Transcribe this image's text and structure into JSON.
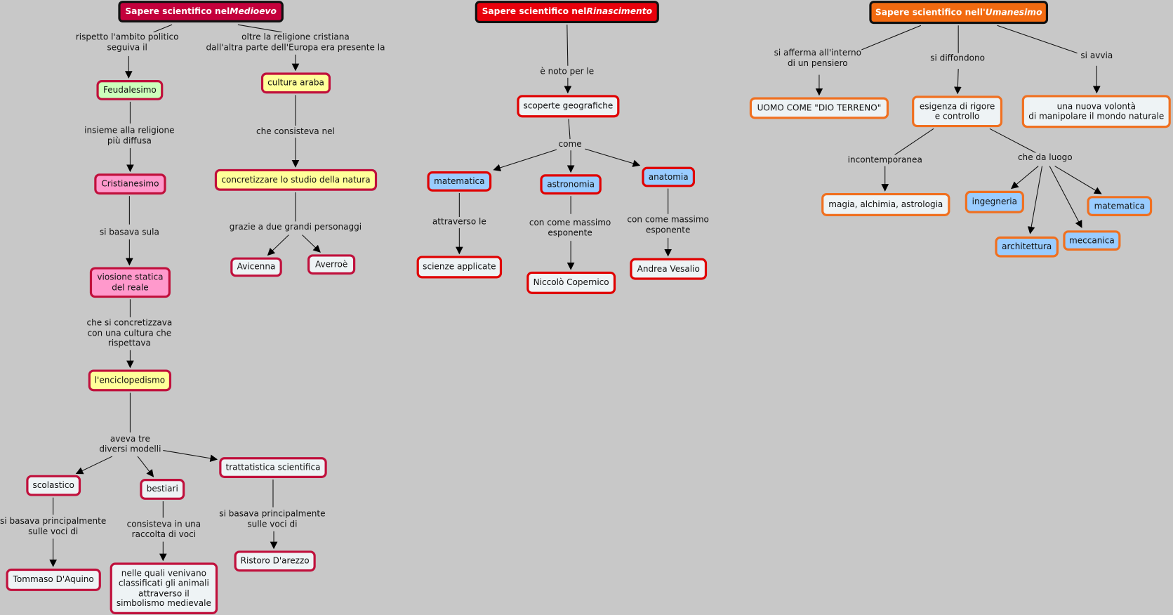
{
  "medioevo": {
    "title": "Sapere scientifico nel ",
    "title_em": "Medioevo",
    "color": "#c4003c",
    "nodes": {
      "feudalesimo": "Feudalesimo",
      "cultura_araba": "cultura araba",
      "cristianesimo": "Cristianesimo",
      "concretizzare": "concretizzare lo studio della natura",
      "visione": "viosione statica\ndel reale",
      "avicenna": "Avicenna",
      "averroe": "Averroè",
      "enciclopedismo": "l'enciclopedismo",
      "scolastico": "scolastico",
      "bestiari": "bestiari",
      "trattatistica": "trattatistica scientifica",
      "tommaso": "Tommaso D'Aquino",
      "nelle_quali": "nelle quali venivano\nclassificati gli animali\nattraverso il\nsimbolismo medievale",
      "ristoro": "Ristoro D'arezzo"
    },
    "links": {
      "rispetto": "rispetto l'ambito politico\nseguiva il",
      "oltre": "oltre la religione cristiana\ndall'altra parte dell'Europa era presente la",
      "insieme": "insieme alla religione\npiù diffusa",
      "consisteva_nel": "che consisteva nel",
      "basava_sula": "si basava sula",
      "grazie": "grazie a due grandi personaggi",
      "concretizzava": "che si concretizzava\ncon una cultura che\nrispettava",
      "aveva": "aveva tre\ndiversi modelli",
      "basava_1": "si basava principalmente\nsulle voci di",
      "raccolta": "consisteva in una\nraccolta di voci",
      "basava_2": "si basava principalmente\nsulle voci di"
    }
  },
  "rinascimento": {
    "title": "Sapere scientifico nel ",
    "title_em": "Rinascimento",
    "color": "#e8000c",
    "nodes": {
      "scoperte": "scoperte geografiche",
      "matematica": "matematica",
      "astronomia": "astronomia",
      "anatomia": "anatomia",
      "scienze": "scienze applicate",
      "copernico": "Niccolò Copernico",
      "vesalio": "Andrea Vesalio"
    },
    "links": {
      "noto": "è noto per le",
      "come": "come",
      "attraverso": "attraverso le",
      "esponente_1": "con come massimo\nesponente",
      "esponente_2": "con come massimo\nesponente"
    }
  },
  "umanesimo": {
    "title": "Sapere scientifico nell'",
    "title_em": "Umanesimo",
    "color": "#f26a10",
    "nodes": {
      "uomo": "UOMO COME \"DIO TERRENO\"",
      "esigenza": "esigenza di rigore\ne controllo",
      "volonta": "una nuova volontà\ndi manipolare il mondo naturale",
      "magia": "magia, alchimia, astrologia",
      "ingegneria": "ingegneria",
      "matematica": "matematica",
      "architettura": "architettura",
      "meccanica": "meccanica"
    },
    "links": {
      "afferma": "si afferma all'interno\ndi un pensiero",
      "diffondono": "si diffondono",
      "avvia": "si avvia",
      "incontemporanea": "incontemporanea",
      "luogo": "che da luogo"
    }
  }
}
